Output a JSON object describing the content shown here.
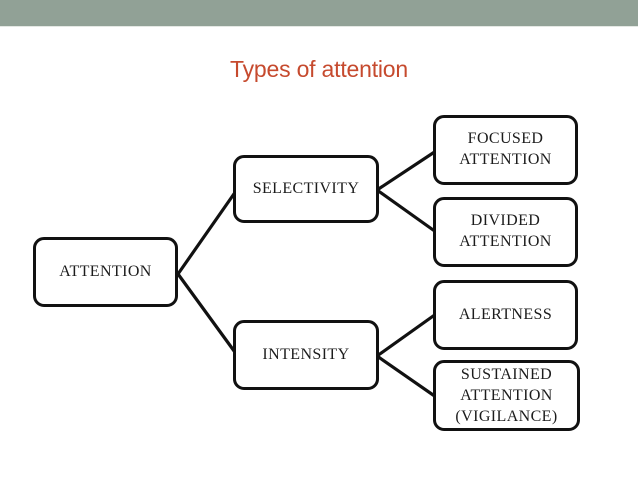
{
  "slide": {
    "title": "Types of attention",
    "title_color": "#c64a2e",
    "accent_bar_color": "#91a196",
    "background_color": "#ffffff"
  },
  "diagram": {
    "box_border_color": "#111111",
    "line_color": "#111111",
    "text_color": "#1c1c1c",
    "nodes": [
      {
        "id": "attention",
        "label": "ATTENTION"
      },
      {
        "id": "selectivity",
        "label": "SELECTIVITY"
      },
      {
        "id": "intensity",
        "label": "INTENSITY"
      },
      {
        "id": "focused-attention",
        "label": "FOCUSED\nATTENTION"
      },
      {
        "id": "divided-attention",
        "label": "DIVIDED\nATTENTION"
      },
      {
        "id": "alertness",
        "label": "ALERTNESS"
      },
      {
        "id": "sustained-attention",
        "label": "SUSTAINED\nATTENTION\n(VIGILANCE)"
      }
    ],
    "edges": [
      {
        "from": "attention",
        "to": "selectivity"
      },
      {
        "from": "attention",
        "to": "intensity"
      },
      {
        "from": "selectivity",
        "to": "focused-attention"
      },
      {
        "from": "selectivity",
        "to": "divided-attention"
      },
      {
        "from": "intensity",
        "to": "alertness"
      },
      {
        "from": "intensity",
        "to": "sustained-attention"
      }
    ]
  }
}
